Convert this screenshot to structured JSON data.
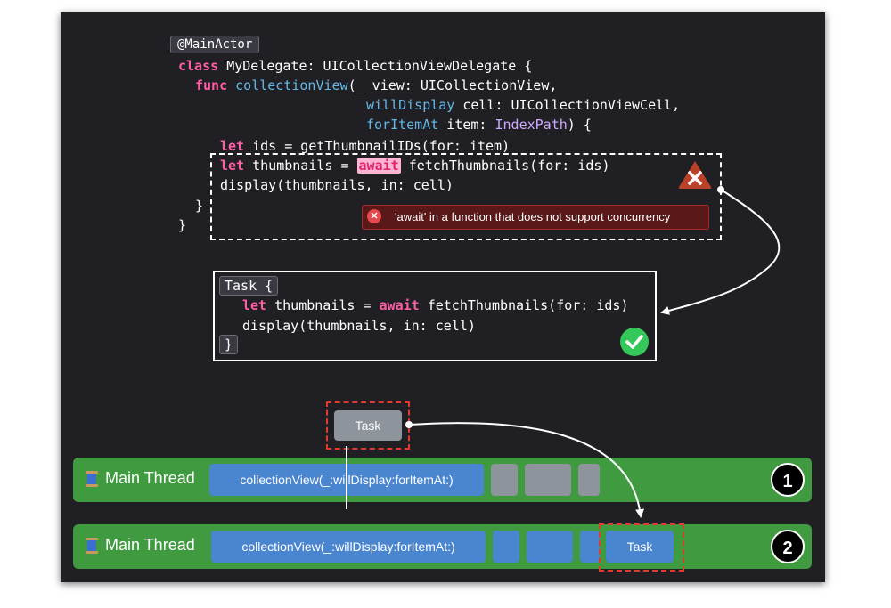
{
  "code": {
    "attribute": "@MainActor",
    "line1": {
      "kw": "class",
      "name": "MyDelegate",
      "rest": ": UICollectionViewDelegate {"
    },
    "line2": {
      "kw": "func",
      "fn": "collectionView",
      "rest": "(_ view: UICollectionView,"
    },
    "line3": {
      "param": "willDisplay",
      "rest": " cell: UICollectionViewCell,"
    },
    "line4": {
      "param": "forItemAt",
      "rest": " item: ",
      "type": "IndexPath",
      "end": ") {"
    },
    "line5": {
      "kw": "let",
      "rest": " ids = getThumbnailIDs(for: item)"
    },
    "line6": {
      "kw": "let",
      "rest1": " thumbnails = ",
      "await": "await",
      "rest2": " fetchThumbnails(for: ids)"
    },
    "line7": "display(thumbnails, in: cell)",
    "close_inner": "}",
    "close_outer": "}"
  },
  "error_message": "'await' in a function that does not support concurrency",
  "task_code": {
    "open": "Task {",
    "line1": {
      "kw": "let",
      "rest1": " thumbnails = ",
      "await": "await",
      "rest2": " fetchThumbnails(for: ids)"
    },
    "line2": "display(thumbnails, in: cell)",
    "close": "}"
  },
  "task_chip_label": "Task",
  "threads": [
    {
      "label": "Main Thread",
      "block": "collectionView(_:willDisplay:forItemAt:)",
      "number": "1"
    },
    {
      "label": "Main Thread",
      "block": "collectionView(_:willDisplay:forItemAt:)",
      "task_label": "Task",
      "number": "2"
    }
  ],
  "colors": {
    "keyword": "#fc5fa3",
    "function": "#67b7e6",
    "param": "#d0a8ff",
    "thread": "#3f9a40",
    "block": "#4a85cf",
    "error": "#e5484d",
    "success": "#34c759"
  },
  "icons": {
    "error": "error-triangle-icon",
    "success": "checkmark-circle-icon",
    "thread": "spool-icon"
  }
}
